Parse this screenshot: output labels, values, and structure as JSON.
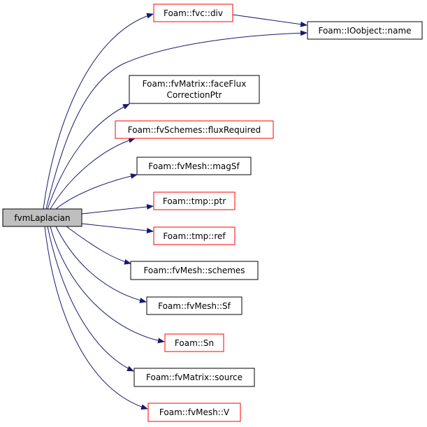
{
  "graph": {
    "root": {
      "label": "fvmLaplacian"
    },
    "nodes": [
      {
        "id": "div",
        "label": "Foam::fvc::div",
        "style": "red"
      },
      {
        "id": "name",
        "label": "Foam::IOobject::name",
        "style": "black"
      },
      {
        "id": "faceFlux",
        "label_line1": "Foam::fvMatrix::faceFlux",
        "label_line2": "CorrectionPtr",
        "style": "black"
      },
      {
        "id": "fluxRequired",
        "label": "Foam::fvSchemes::fluxRequired",
        "style": "red"
      },
      {
        "id": "magSf",
        "label": "Foam::fvMesh::magSf",
        "style": "black"
      },
      {
        "id": "ptr",
        "label": "Foam::tmp::ptr",
        "style": "red"
      },
      {
        "id": "ref",
        "label": "Foam::tmp::ref",
        "style": "red"
      },
      {
        "id": "schemes",
        "label": "Foam::fvMesh::schemes",
        "style": "black"
      },
      {
        "id": "Sf",
        "label": "Foam::fvMesh::Sf",
        "style": "black"
      },
      {
        "id": "Sn",
        "label": "Foam::Sn",
        "style": "red"
      },
      {
        "id": "source",
        "label": "Foam::fvMatrix::source",
        "style": "black"
      },
      {
        "id": "V",
        "label": "Foam::fvMesh::V",
        "style": "red"
      }
    ]
  },
  "colors": {
    "edge": "#191970",
    "red_border": "#ff0000",
    "root_fill": "#bfbfbf"
  }
}
